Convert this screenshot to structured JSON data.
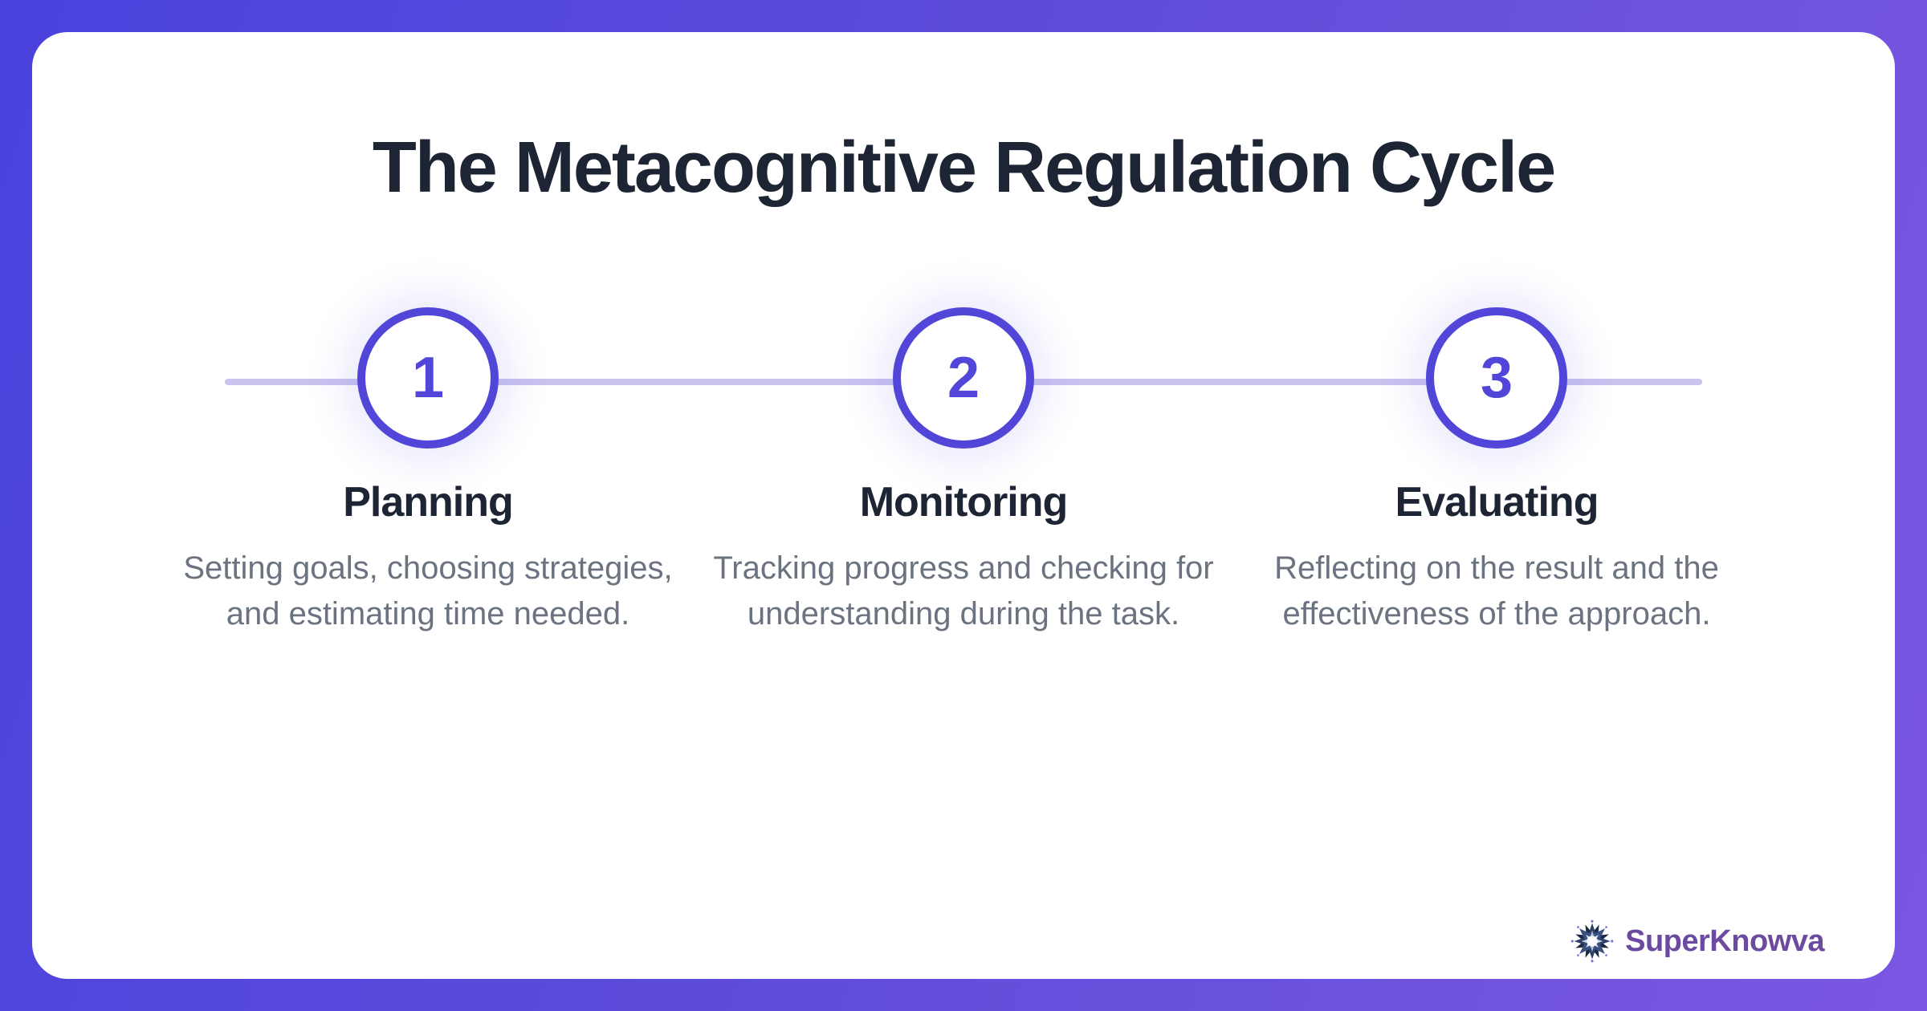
{
  "title": "The Metacognitive Regulation Cycle",
  "steps": [
    {
      "number": "1",
      "title": "Planning",
      "desc_line1": "Setting goals, choosing strategies,",
      "desc_line2": "and estimating time needed."
    },
    {
      "number": "2",
      "title": "Monitoring",
      "desc_line1": "Tracking progress and checking for",
      "desc_line2": "understanding during the task."
    },
    {
      "number": "3",
      "title": "Evaluating",
      "desc_line1": "Reflecting on the result and the",
      "desc_line2": "effectiveness of the approach."
    }
  ],
  "branding": {
    "logo_text": "SuperKnowva",
    "logo_icon": "starburst-icon"
  },
  "colors": {
    "accent": "#5246d8",
    "connector": "#c9c3ef",
    "heading": "#1d2433",
    "description": "#6b7280",
    "logo_text": "#6b4a9f",
    "frame_gradient_start": "#4a42de",
    "frame_gradient_end": "#7a57e2",
    "card_background": "#ffffff"
  }
}
